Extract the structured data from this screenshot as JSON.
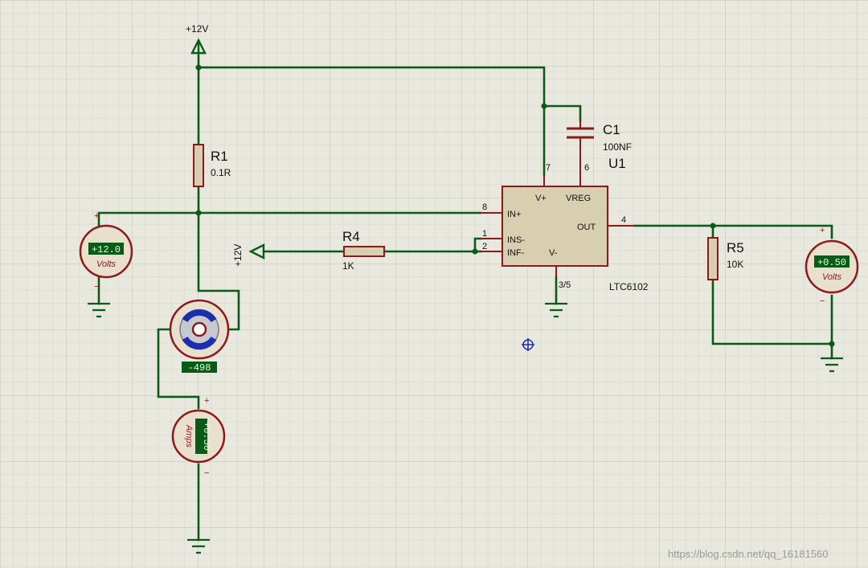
{
  "labels": {
    "supply_top": "+12V",
    "supply_left": "+12V"
  },
  "components": {
    "r1": {
      "ref": "R1",
      "value": "0.1R"
    },
    "r4": {
      "ref": "R4",
      "value": "1K"
    },
    "r5": {
      "ref": "R5",
      "value": "10K"
    },
    "c1": {
      "ref": "C1",
      "value": "100NF"
    },
    "u1": {
      "ref": "U1",
      "part": "LTC6102",
      "pins": {
        "vplus": "V+",
        "vreg": "VREG",
        "inplus": "IN+",
        "out": "OUT",
        "insminus": "INS-",
        "infminus": "INF-",
        "vminus": "V-"
      },
      "pin_numbers": {
        "p7": "7",
        "p6": "6",
        "p8": "8",
        "p4": "4",
        "p1": "1",
        "p2": "2",
        "p35": "3/5"
      }
    },
    "motor": {
      "reading": "-498"
    }
  },
  "meters": {
    "left_volt": {
      "value": "+12.0",
      "unit": "Volts",
      "plus": "+",
      "minus": "−"
    },
    "right_volt": {
      "value": "+0.50",
      "unit": "Volts",
      "plus": "+",
      "minus": "−"
    },
    "ammeter": {
      "value": "+0.50",
      "unit": "Amps",
      "plus": "+",
      "minus": "−"
    }
  },
  "watermark": "https://blog.csdn.net/qq_16181560",
  "colors": {
    "background": "#e8e8df",
    "grid": "#c9c9be",
    "wire": "#0c5a18",
    "component_outline": "#8b1a1a",
    "component_fill": "#d8ceb0",
    "meter_display": "#0c5a18"
  }
}
